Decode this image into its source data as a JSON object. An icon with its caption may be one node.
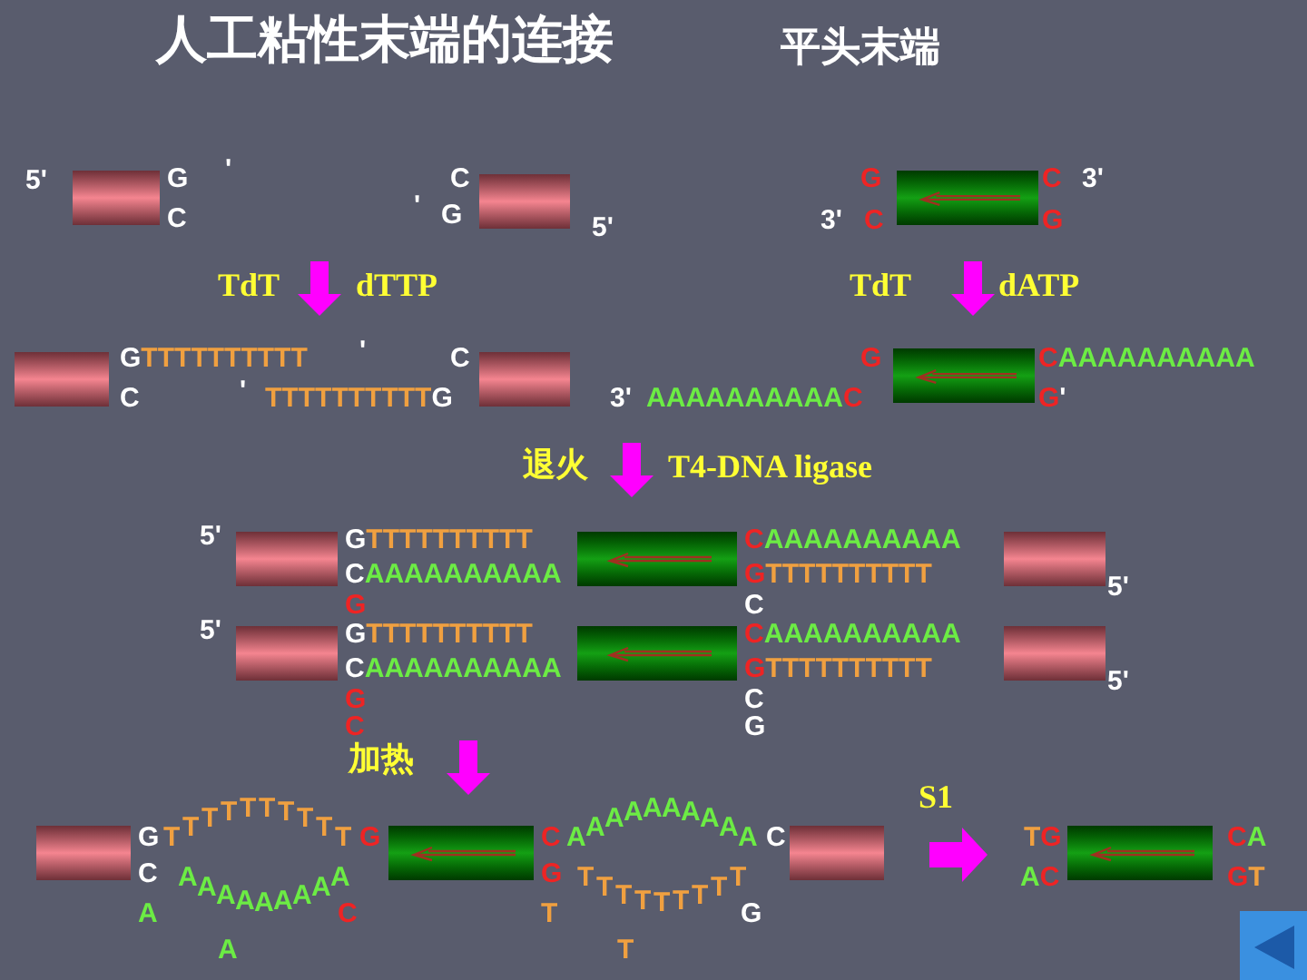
{
  "diagram": {
    "title": "人工粘性末端的连接",
    "labels": [
      "平头末端",
      "5'",
      "G",
      "C",
      "'",
      "C",
      "'",
      "G",
      "5'",
      "G",
      "C",
      "3'",
      "3'",
      "C",
      "G",
      "TdT",
      "dTTP",
      "TdT",
      "dATP",
      "GTTTTTTTTTT",
      "'",
      "C",
      "G",
      "CAAAAAAAAAA",
      "C",
      "'",
      "TTTTTTTTTTG",
      "3'",
      "AAAAAAAAAAC",
      "G'",
      "退火",
      "T4-DNA ligase",
      "5'",
      "GTTTTTTTTTT",
      "CAAAAAAAAAA",
      "CAAAAAAAAAA",
      "GTTTTTTTTTT",
      "5'",
      "G",
      "C",
      "5'",
      "GTTTTTTTTTT",
      "CAAAAAAAAAA",
      "CAAAAAAAAAA",
      "GTTTTTTTTTT",
      "5'",
      "G",
      "C",
      "C",
      "G",
      "加热",
      "S1",
      "G",
      "TTTTTTTTTT",
      "G",
      "C",
      "AAAAAAAAAA",
      "C",
      "C",
      "AAAAAAAAA",
      "G",
      "TTTTTTTTT",
      "A",
      "C",
      "T",
      "G",
      "A",
      "T",
      "TG",
      "CA",
      "AC",
      "GT"
    ]
  }
}
